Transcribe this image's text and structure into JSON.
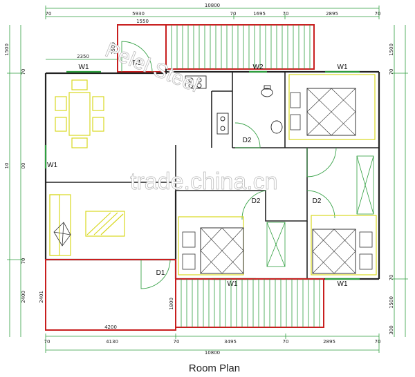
{
  "title": "Room Plan",
  "watermark": "trade.china.cn",
  "watermark_diag": "Pelel Steel",
  "colors": {
    "dimension_line": "#2e9e3e",
    "wall": "#222222",
    "furniture": "#d8d820",
    "red_wall": "#c81e1e",
    "door_arc": "#3aa34a"
  },
  "dims_top": {
    "total": "10800",
    "seg1": "5930",
    "seg_70a": "70",
    "seg2": "1695",
    "seg_70b": "70",
    "seg3": "2895",
    "seg_70c": "70",
    "stair_w": "1550",
    "w2350": "2350"
  },
  "dims_bottom": {
    "total": "10800",
    "seg_70a": "70",
    "seg1": "4130",
    "seg_70b": "70",
    "seg2": "3495",
    "seg_70c": "70",
    "seg3": "2895",
    "seg_70d": "70",
    "porch": "4200"
  },
  "dims_left": {
    "top": "1500",
    "seg_70a": "70",
    "mid_a": "10",
    "mid_b": "00",
    "seg_70b": "70",
    "bottom": "2400",
    "inner": "2401",
    "stair_h": "1500"
  },
  "dims_right": {
    "top": "1500",
    "seg_70a": "70",
    "seg_70b": "70",
    "bottom": "1500",
    "last": "300"
  },
  "dims_inner": {
    "stair_bottom": "1800"
  },
  "rooms": {
    "door_top": "D1",
    "door_bottom": "D1",
    "d2_bath": "D2",
    "d2_mid": "D2",
    "d2_right": "D2",
    "win_top_left": "W1",
    "win_top_right": "W1",
    "win_bath": "W2",
    "win_bottom_mid": "W1",
    "win_bottom_right": "W1",
    "win_left": "W1"
  }
}
